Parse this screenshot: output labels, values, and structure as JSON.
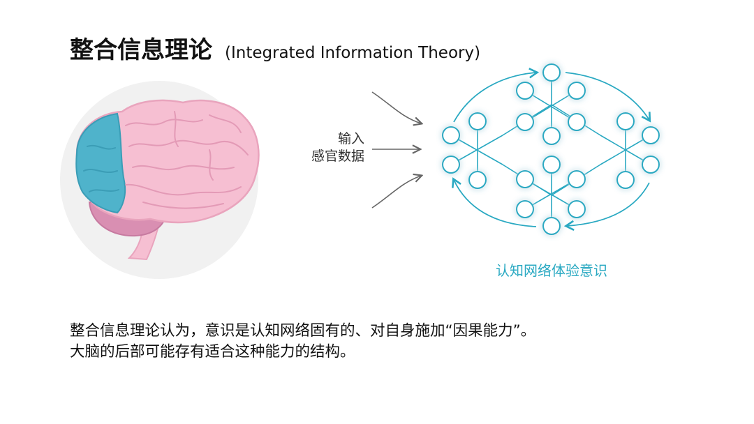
{
  "title": {
    "main": "整合信息理论",
    "sub": "(Integrated Information Theory)"
  },
  "input": {
    "line1": "输入",
    "line2": "感官数据"
  },
  "network": {
    "caption": "认知网络体验意识",
    "accent_color": "#2aa9c2",
    "glow_color": "#63d8ee"
  },
  "brain": {
    "highlight_color": "#4fb3cb",
    "cortex_color": "#f6bfd2",
    "cerebellum_color": "#d98fb2"
  },
  "body": {
    "line1": "整合信息理论认为，意识是认知网络固有的、对自身施加“因果能力”。",
    "line2": "大脑的后部可能存有适合这种能力的结构。"
  }
}
